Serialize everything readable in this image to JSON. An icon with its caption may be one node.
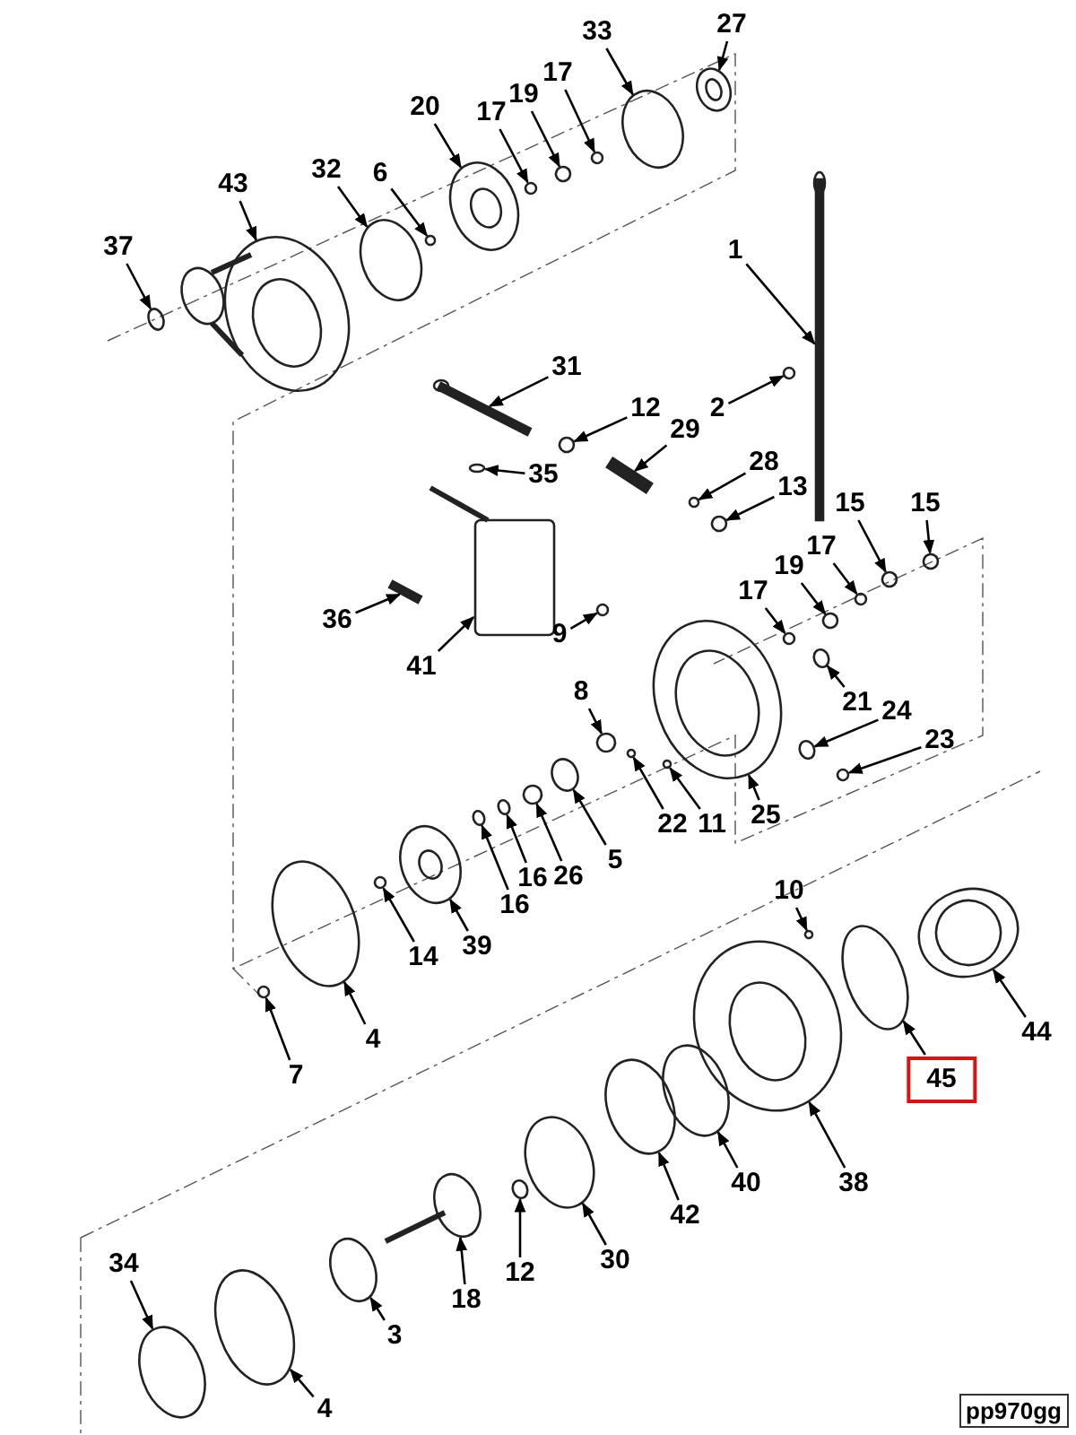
{
  "diagram": {
    "nodes": [
      {
        "text": [
          "27"
        ]
      },
      {
        "text": [
          "33"
        ]
      },
      {
        "text": [
          "17"
        ]
      },
      {
        "text": [
          "19"
        ]
      },
      {
        "text": [
          "20"
        ]
      },
      {
        "text": [
          "17"
        ]
      },
      {
        "text": [
          "43"
        ]
      },
      {
        "text": [
          "32"
        ]
      },
      {
        "text": [
          "6"
        ]
      },
      {
        "text": [
          "37"
        ]
      },
      {
        "text": [
          "1"
        ]
      },
      {
        "text": [
          "31"
        ]
      },
      {
        "text": [
          "2"
        ]
      },
      {
        "text": [
          "12"
        ]
      },
      {
        "text": [
          "29"
        ]
      },
      {
        "text": [
          "28"
        ]
      },
      {
        "text": [
          "13"
        ]
      },
      {
        "text": [
          "35"
        ]
      },
      {
        "text": [
          "15"
        ]
      },
      {
        "text": [
          "15"
        ]
      },
      {
        "text": [
          "17"
        ]
      },
      {
        "text": [
          "19"
        ]
      },
      {
        "text": [
          "17"
        ]
      },
      {
        "text": [
          "36"
        ]
      },
      {
        "text": [
          "9"
        ]
      },
      {
        "text": [
          "41"
        ]
      },
      {
        "text": [
          "8"
        ]
      },
      {
        "text": [
          "21"
        ]
      },
      {
        "text": [
          "24"
        ]
      },
      {
        "text": [
          "23"
        ]
      },
      {
        "text": [
          "22"
        ]
      },
      {
        "text": [
          "11"
        ]
      },
      {
        "text": [
          "25"
        ]
      },
      {
        "text": [
          "5"
        ]
      },
      {
        "text": [
          "16"
        ]
      },
      {
        "text": [
          "26"
        ]
      },
      {
        "text": [
          "16"
        ]
      },
      {
        "text": [
          "39"
        ]
      },
      {
        "text": [
          "14"
        ]
      },
      {
        "text": [
          "10"
        ]
      },
      {
        "text": [
          "44"
        ]
      },
      {
        "text": [
          "4"
        ]
      },
      {
        "text": [
          "45"
        ]
      },
      {
        "text": [
          "7"
        ]
      },
      {
        "text": [
          "38"
        ]
      },
      {
        "text": [
          "40"
        ]
      },
      {
        "text": [
          "42"
        ]
      },
      {
        "text": [
          "30"
        ]
      },
      {
        "text": [
          "34"
        ]
      },
      {
        "text": [
          "12"
        ]
      },
      {
        "text": [
          "18"
        ]
      },
      {
        "text": [
          "3"
        ]
      },
      {
        "text": [
          "4"
        ]
      },
      {
        "text": [],
        "shape": "picture"
      },
      {
        "text": [],
        "shape": "circle"
      },
      {
        "text": [],
        "shape": "circle"
      },
      {
        "text": [],
        "shape": "circle"
      },
      {
        "text": [],
        "shape": "picture"
      },
      {
        "text": [],
        "shape": "circle"
      },
      {
        "text": [],
        "shape": "picture"
      },
      {
        "text": [],
        "shape": "circle"
      },
      {
        "text": [],
        "shape": "circle"
      },
      {
        "text": [],
        "shape": "circle"
      },
      {
        "text": [],
        "shape": "bar"
      },
      {
        "text": [],
        "shape": "bar"
      },
      {
        "text": [],
        "shape": "circle"
      },
      {
        "text": [],
        "shape": "circle"
      },
      {
        "text": [],
        "shape": "bar"
      },
      {
        "text": [],
        "shape": "circle"
      },
      {
        "text": [],
        "shape": "circle"
      },
      {
        "text": [],
        "shape": "circle"
      },
      {
        "text": [],
        "shape": "circle"
      },
      {
        "text": [],
        "shape": "circle"
      },
      {
        "text": [],
        "shape": "circle"
      },
      {
        "text": [],
        "shape": "circle"
      },
      {
        "text": [],
        "shape": "circle"
      },
      {
        "text": [],
        "shape": "bar"
      },
      {
        "text": [],
        "shape": "circle"
      },
      {
        "text": [],
        "shape": "box"
      },
      {
        "text": [],
        "shape": "circle"
      },
      {
        "text": [],
        "shape": "circle"
      },
      {
        "text": [],
        "shape": "circle"
      },
      {
        "text": [],
        "shape": "circle"
      },
      {
        "text": [],
        "shape": "circle"
      },
      {
        "text": [],
        "shape": "circle"
      },
      {
        "text": [],
        "shape": "picture"
      },
      {
        "text": [],
        "shape": "circle"
      },
      {
        "text": [],
        "shape": "circle"
      },
      {
        "text": [],
        "shape": "circle"
      },
      {
        "text": [],
        "shape": "circle"
      },
      {
        "text": [],
        "shape": "picture"
      },
      {
        "text": [],
        "shape": "circle"
      },
      {
        "text": [],
        "shape": "circle"
      },
      {
        "text": [],
        "shape": "picture"
      },
      {
        "text": [],
        "shape": "circle"
      },
      {
        "text": [],
        "shape": "circle"
      },
      {
        "text": [],
        "shape": "circle"
      },
      {
        "text": [],
        "shape": "picture"
      },
      {
        "text": [],
        "shape": "circle"
      },
      {
        "text": [],
        "shape": "circle"
      },
      {
        "text": [],
        "shape": "circle"
      },
      {
        "text": [],
        "shape": "circle"
      },
      {
        "text": [],
        "shape": "circle"
      },
      {
        "text": [],
        "shape": "picture"
      },
      {
        "text": [],
        "shape": "circle"
      },
      {
        "text": [],
        "shape": "circle"
      }
    ],
    "edges": [
      {
        "from": 0,
        "to": 53,
        "arrow": "to"
      },
      {
        "from": 1,
        "to": 54,
        "arrow": "to"
      },
      {
        "from": 2,
        "to": 55,
        "arrow": "to"
      },
      {
        "from": 3,
        "to": 56,
        "arrow": "to"
      },
      {
        "from": 4,
        "to": 57,
        "arrow": "to"
      },
      {
        "from": 5,
        "to": 58,
        "arrow": "to"
      },
      {
        "from": 6,
        "to": 59,
        "arrow": "to"
      },
      {
        "from": 7,
        "to": 60,
        "arrow": "to"
      },
      {
        "from": 8,
        "to": 61,
        "arrow": "to"
      },
      {
        "from": 9,
        "to": 62,
        "arrow": "to"
      },
      {
        "from": 10,
        "to": 63,
        "arrow": "to"
      },
      {
        "from": 11,
        "to": 64,
        "arrow": "to"
      },
      {
        "from": 12,
        "to": 65,
        "arrow": "to"
      },
      {
        "from": 13,
        "to": 66,
        "arrow": "to"
      },
      {
        "from": 14,
        "to": 67,
        "arrow": "to"
      },
      {
        "from": 15,
        "to": 68,
        "arrow": "to"
      },
      {
        "from": 16,
        "to": 69,
        "arrow": "to"
      },
      {
        "from": 17,
        "to": 70,
        "arrow": "to"
      },
      {
        "from": 18,
        "to": 71,
        "arrow": "to"
      },
      {
        "from": 19,
        "to": 72,
        "arrow": "to"
      },
      {
        "from": 20,
        "to": 73,
        "arrow": "to"
      },
      {
        "from": 21,
        "to": 74,
        "arrow": "to"
      },
      {
        "from": 22,
        "to": 75,
        "arrow": "to"
      },
      {
        "from": 23,
        "to": 76,
        "arrow": "to"
      },
      {
        "from": 24,
        "to": 77,
        "arrow": "to"
      },
      {
        "from": 25,
        "to": 78,
        "arrow": "to"
      },
      {
        "from": 26,
        "to": 79,
        "arrow": "to"
      },
      {
        "from": 27,
        "to": 80,
        "arrow": "to"
      },
      {
        "from": 28,
        "to": 81,
        "arrow": "to"
      },
      {
        "from": 29,
        "to": 82,
        "arrow": "to"
      },
      {
        "from": 30,
        "to": 83,
        "arrow": "to"
      },
      {
        "from": 31,
        "to": 84,
        "arrow": "to"
      },
      {
        "from": 32,
        "to": 85,
        "arrow": "to"
      },
      {
        "from": 33,
        "to": 86,
        "arrow": "to"
      },
      {
        "from": 34,
        "to": 87,
        "arrow": "to"
      },
      {
        "from": 35,
        "to": 88,
        "arrow": "to"
      },
      {
        "from": 36,
        "to": 89,
        "arrow": "to"
      },
      {
        "from": 37,
        "to": 90,
        "arrow": "to"
      },
      {
        "from": 38,
        "to": 91,
        "arrow": "to"
      },
      {
        "from": 39,
        "to": 92,
        "arrow": "to"
      },
      {
        "from": 40,
        "to": 93,
        "arrow": "to"
      },
      {
        "from": 41,
        "to": 94,
        "arrow": "to"
      },
      {
        "from": 42,
        "to": 95,
        "arrow": "to"
      },
      {
        "from": 43,
        "to": 96,
        "arrow": "to"
      },
      {
        "from": 44,
        "to": 97,
        "arrow": "to"
      },
      {
        "from": 45,
        "to": 98,
        "arrow": "to"
      },
      {
        "from": 46,
        "to": 99,
        "arrow": "to"
      },
      {
        "from": 47,
        "to": 100,
        "arrow": "to"
      },
      {
        "from": 48,
        "to": 101,
        "arrow": "to"
      },
      {
        "from": 49,
        "to": 102,
        "arrow": "to"
      },
      {
        "from": 50,
        "to": 103,
        "arrow": "to"
      },
      {
        "from": 51,
        "to": 104,
        "arrow": "to"
      },
      {
        "from": 52,
        "to": 105,
        "arrow": "to"
      }
    ],
    "labels": [
      "pp970gg"
    ]
  }
}
